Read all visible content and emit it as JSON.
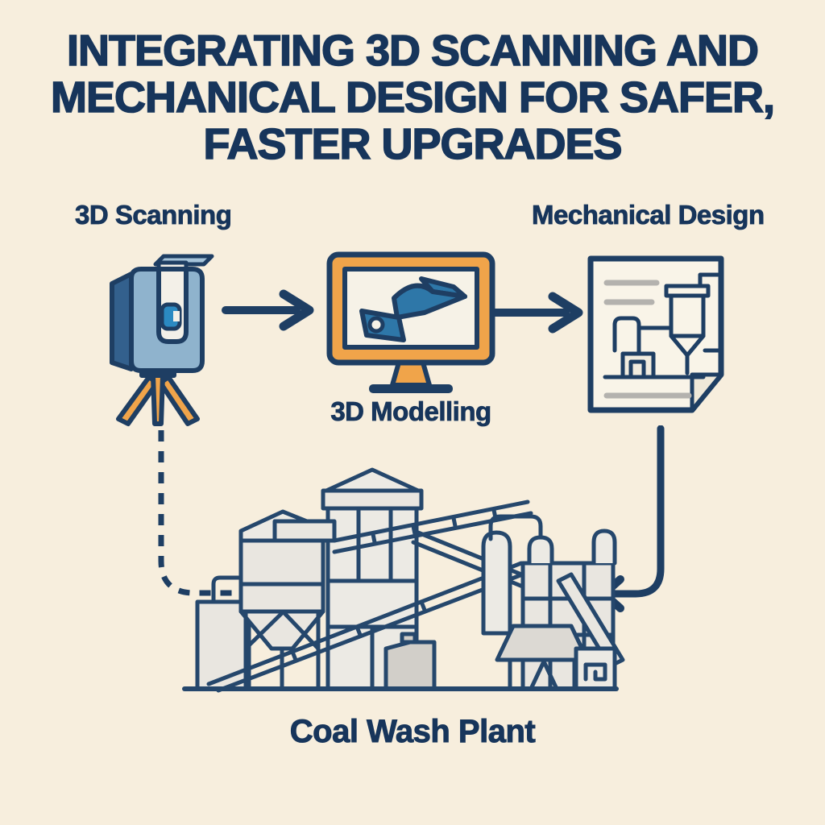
{
  "title": {
    "line1": "INTEGRATING 3D SCANNING AND",
    "line2": "MECHANICAL DESIGN FOR SAFER,",
    "line3": "FASTER UPGRADES"
  },
  "workflow": {
    "steps": [
      {
        "label": "3D Scanning",
        "icon": "3d-laser-scanner-on-tripod-icon"
      },
      {
        "label": "3D Modelling",
        "icon": "monitor-with-3d-cad-part-icon"
      },
      {
        "label": "Mechanical Design",
        "icon": "engineering-drawing-document-icon"
      }
    ],
    "connectors": [
      "arrow-scanning-to-modelling",
      "arrow-modelling-to-design",
      "dashed-connector-scanner-to-plant",
      "curved-arrow-design-to-plant"
    ]
  },
  "plant": {
    "label": "Coal Wash Plant",
    "icon": "coal-wash-plant-illustration"
  },
  "colors": {
    "background": "#f7eedd",
    "navy": "#1e3e63",
    "text_navy": "#17355b",
    "orange": "#f0a44a",
    "scanner_steel_blue": "#8fb3cd",
    "scanner_dark_blue": "#33608d",
    "scanner_lens_blue": "#2b8ac2",
    "model_blue": "#2e77a8",
    "screen_cream": "#f6f2e7",
    "plant_fill_light": "#eceae4",
    "plant_fill_mid": "#dcd9d3",
    "plant_fill_dark": "#d2cfc9",
    "doc_gray_line": "#b4b2ae"
  }
}
